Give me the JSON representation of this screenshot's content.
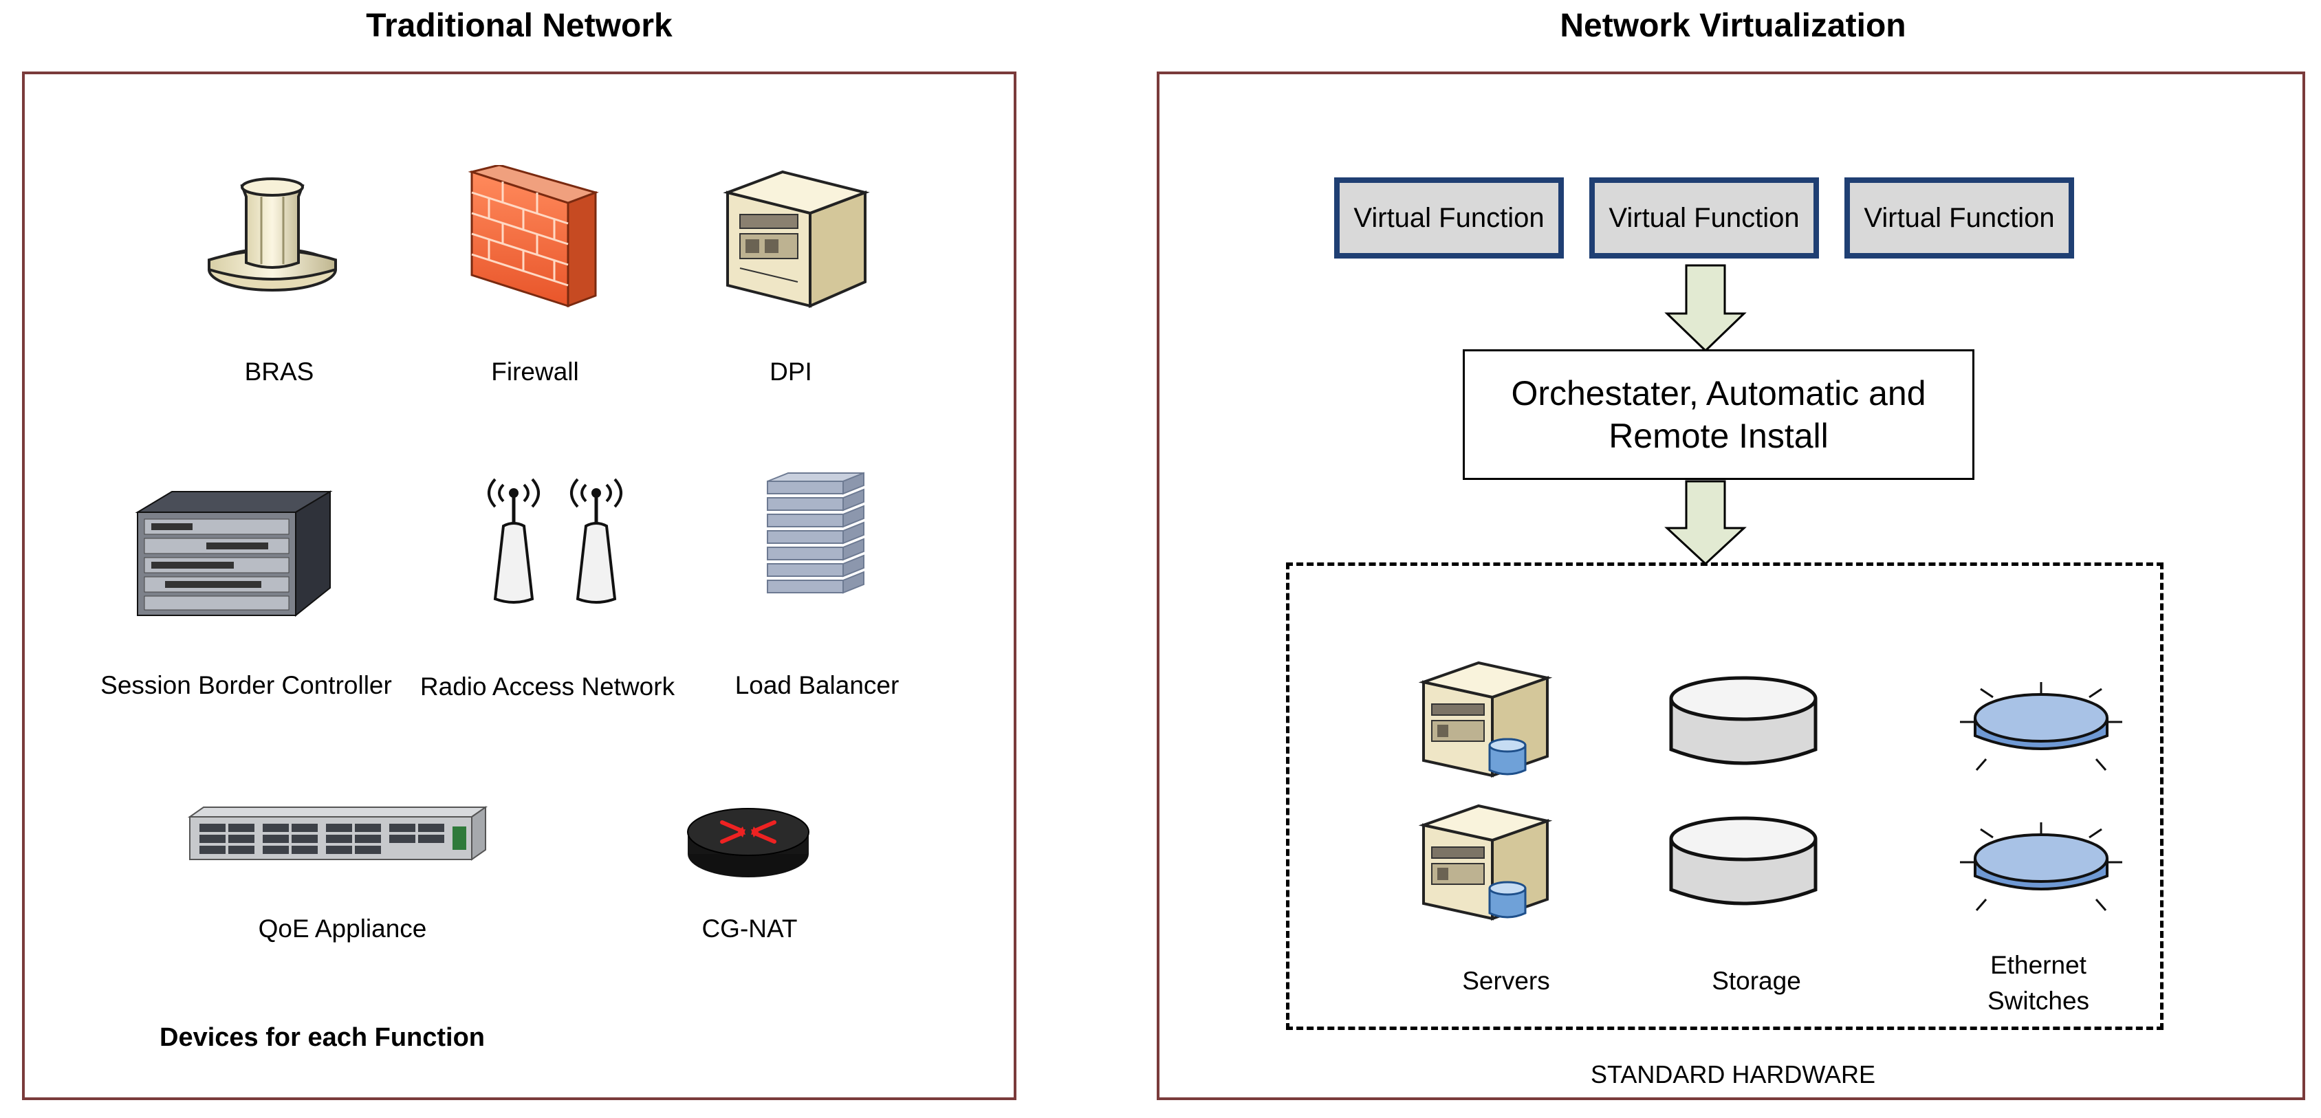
{
  "traditional": {
    "title": "Traditional Network",
    "devices": [
      {
        "label": "BRAS",
        "icon": "bras-icon"
      },
      {
        "label": "Firewall",
        "icon": "firewall-icon"
      },
      {
        "label": "DPI",
        "icon": "dpi-icon"
      },
      {
        "label": "Session Border Controller",
        "icon": "router-chassis-icon"
      },
      {
        "label": "Radio Access Network",
        "icon": "antenna-icon"
      },
      {
        "label": "Load Balancer",
        "icon": "server-stack-icon"
      },
      {
        "label": "QoE Appliance",
        "icon": "rack-server-icon"
      },
      {
        "label": "CG-NAT",
        "icon": "router-icon"
      }
    ],
    "caption": "Devices for each Function"
  },
  "virtualization": {
    "title": "Network Virtualization",
    "virtual_functions": [
      "Virtual Function",
      "Virtual Function",
      "Virtual Function"
    ],
    "orchestrator_line1": "Orchestater, Automatic and",
    "orchestrator_line2": "Remote Install",
    "hardware": {
      "servers_label": "Servers",
      "storage_label": "Storage",
      "switches_line1": "Ethernet",
      "switches_line2": "Switches"
    },
    "caption": "STANDARD HARDWARE"
  },
  "colors": {
    "panel_border": "#7a3b3b",
    "vf_border": "#1f3f73",
    "vf_fill": "#d9d9d9",
    "arrow_fill": "#e2ead2",
    "switch_blue": "#9cb8e0"
  }
}
